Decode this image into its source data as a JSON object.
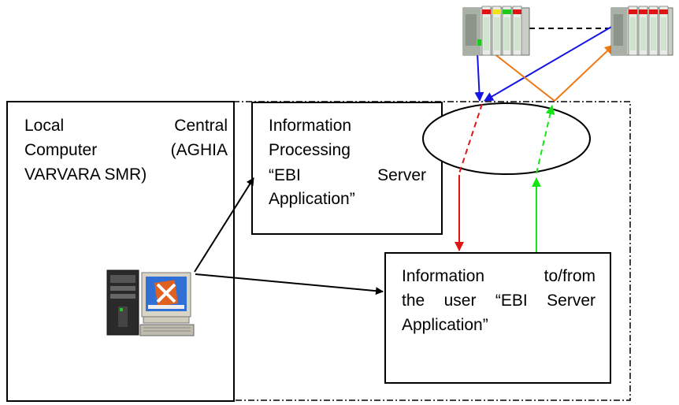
{
  "boxes": {
    "local_computer": {
      "line1": "Local Central",
      "line2": "Computer (AGHIA",
      "line3": "VARVARA SMR)"
    },
    "processing": {
      "line1": "Information",
      "line2": "Processing",
      "line3": "“EBI Server",
      "line4": "Application”"
    },
    "user_info": {
      "line1": "Information to/from",
      "line2": "the user “EBI Server",
      "line3": "Application”"
    }
  },
  "colors": {
    "blue": "#1414e6",
    "red": "#e01414",
    "green": "#14e614",
    "orange": "#f07814",
    "black": "#000000"
  },
  "icons": {
    "plc_left": "plc-rack-icon",
    "plc_right": "plc-rack-icon",
    "workstation": "computer-workstation-icon"
  }
}
